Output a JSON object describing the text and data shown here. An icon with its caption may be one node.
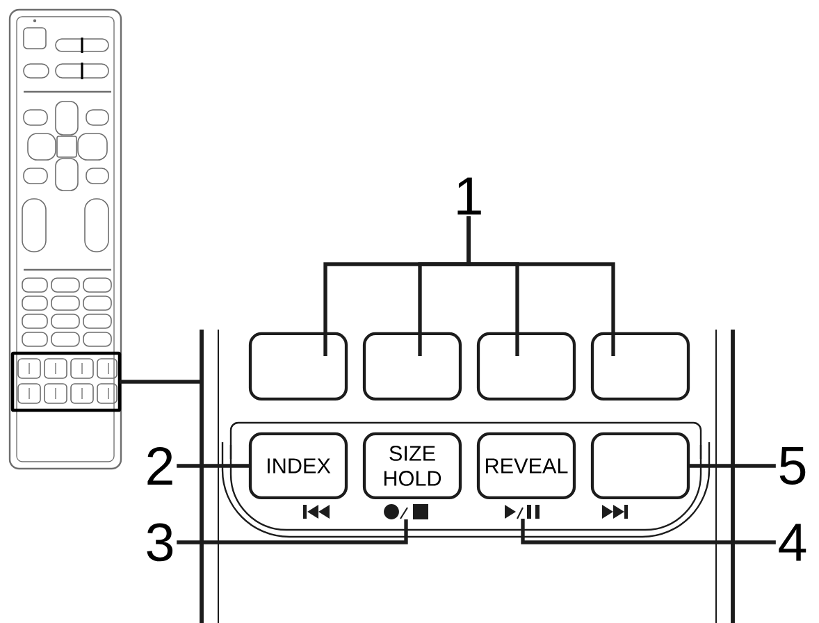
{
  "diagram": {
    "nodes": [
      {
        "text": [],
        "shape": "picture"
      },
      {
        "text": [],
        "shape": "box",
        "in": 0
      },
      {
        "text": [],
        "shape": "picture"
      },
      {
        "text": [
          "1"
        ]
      },
      {
        "text": [],
        "shape": "box",
        "in": 2
      },
      {
        "text": [],
        "shape": "box",
        "in": 2
      },
      {
        "text": [],
        "shape": "box",
        "in": 2
      },
      {
        "text": [],
        "shape": "box",
        "in": 2
      },
      {
        "text": [
          "INDEX"
        ],
        "in": 2
      },
      {
        "text": [
          "SIZE",
          "HOLD"
        ],
        "in": 2
      },
      {
        "text": [
          "REVEAL"
        ],
        "in": 2
      },
      {
        "text": [],
        "shape": "box",
        "in": 2
      },
      {
        "text": [],
        "shape": "picture",
        "in": 2
      },
      {
        "text": [],
        "shape": "picture",
        "in": 2
      },
      {
        "text": [
          "2"
        ]
      },
      {
        "text": [
          "3"
        ]
      },
      {
        "text": [
          "4"
        ]
      },
      {
        "text": [
          "5"
        ]
      }
    ],
    "edges": [
      {
        "from": 1,
        "to": 2,
        "arrow": "none"
      },
      {
        "from": 3,
        "to": 4,
        "arrow": "none"
      },
      {
        "from": 3,
        "to": 5,
        "arrow": "none"
      },
      {
        "from": 3,
        "to": 6,
        "arrow": "none"
      },
      {
        "from": 3,
        "to": 7,
        "arrow": "none"
      },
      {
        "from": 14,
        "to": 8,
        "arrow": "none"
      },
      {
        "from": 15,
        "to": 12,
        "arrow": "none"
      },
      {
        "from": 16,
        "to": 13,
        "arrow": "none"
      },
      {
        "from": 17,
        "to": 11,
        "arrow": "none"
      }
    ]
  }
}
